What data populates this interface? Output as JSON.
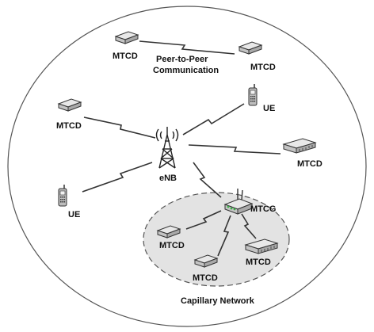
{
  "labels": {
    "mtcd": "MTCD",
    "ue": "UE",
    "enb": "eNB",
    "mtcg": "MTCG",
    "p2p_line1": "Peer-to-Peer",
    "p2p_line2": "Communication",
    "capillary": "Capillary Network"
  },
  "colors": {
    "stroke": "#333333",
    "device_top": "#e6e6e6",
    "device_side": "#b8b8b8",
    "capillary_fill": "#e3e3e3",
    "gateway_led": "#3fae49"
  },
  "icons": {
    "mtcd": "mtcd-device-icon",
    "ue": "mobile-phone-icon",
    "enb": "cell-tower-icon",
    "mtcg": "gateway-router-icon"
  }
}
